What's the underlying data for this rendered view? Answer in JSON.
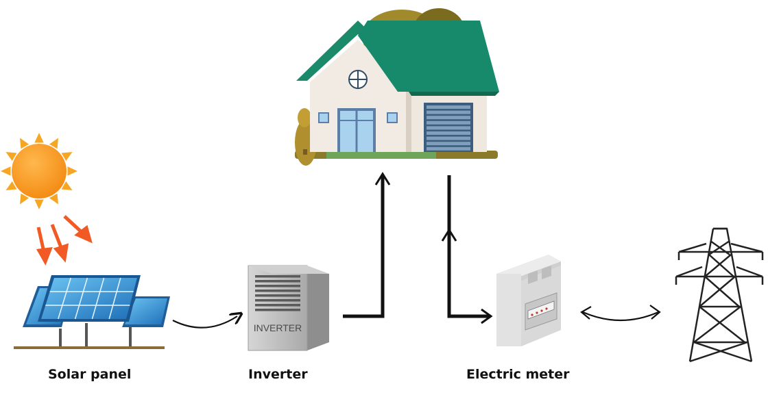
{
  "labels": {
    "solar_panel": "Solar panel",
    "inverter": "Inverter",
    "electric_meter": "Electric meter"
  },
  "inverter_text": "INVERTER",
  "icons": {
    "sun": "sun-icon",
    "solar_panel": "solar-panel-icon",
    "inverter": "inverter-icon",
    "house": "house-icon",
    "electric_meter": "electric-meter-icon",
    "power_tower": "power-tower-icon"
  },
  "colors": {
    "sun": "#f7941d",
    "sun_rays": "#f15a24",
    "panel": "#2f8fd8",
    "roof": "#1a8a6a",
    "house_wall": "#f1ebe3",
    "bush": "#a98f2d",
    "inverter": "#b8b8b8",
    "meter": "#dcdcdc",
    "arrow": "#111111"
  }
}
